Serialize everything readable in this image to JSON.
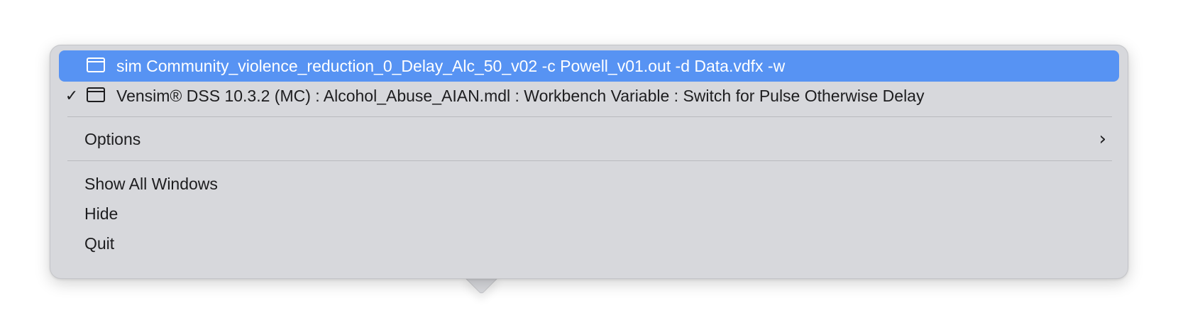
{
  "menu": {
    "windows": [
      {
        "icon": "window-icon",
        "label": "sim  Community_violence_reduction_0_Delay_Alc_50_v02 -c Powell_v01.out -d Data.vdfx -w",
        "checked": false,
        "highlighted": true
      },
      {
        "icon": "window-icon",
        "label": "Vensim® DSS 10.3.2 (MC) : Alcohol_Abuse_AIAN.mdl : Workbench Variable : Switch for Pulse Otherwise Delay",
        "checked": true,
        "check_glyph": "✓",
        "highlighted": false
      }
    ],
    "options_label": "Options",
    "options_chevron": "›",
    "show_all_label": "Show All Windows",
    "hide_label": "Hide",
    "quit_label": "Quit",
    "colors": {
      "highlight": "#5793f3",
      "menu_background": "#d7d8dc",
      "text": "#1d1d1f"
    }
  }
}
